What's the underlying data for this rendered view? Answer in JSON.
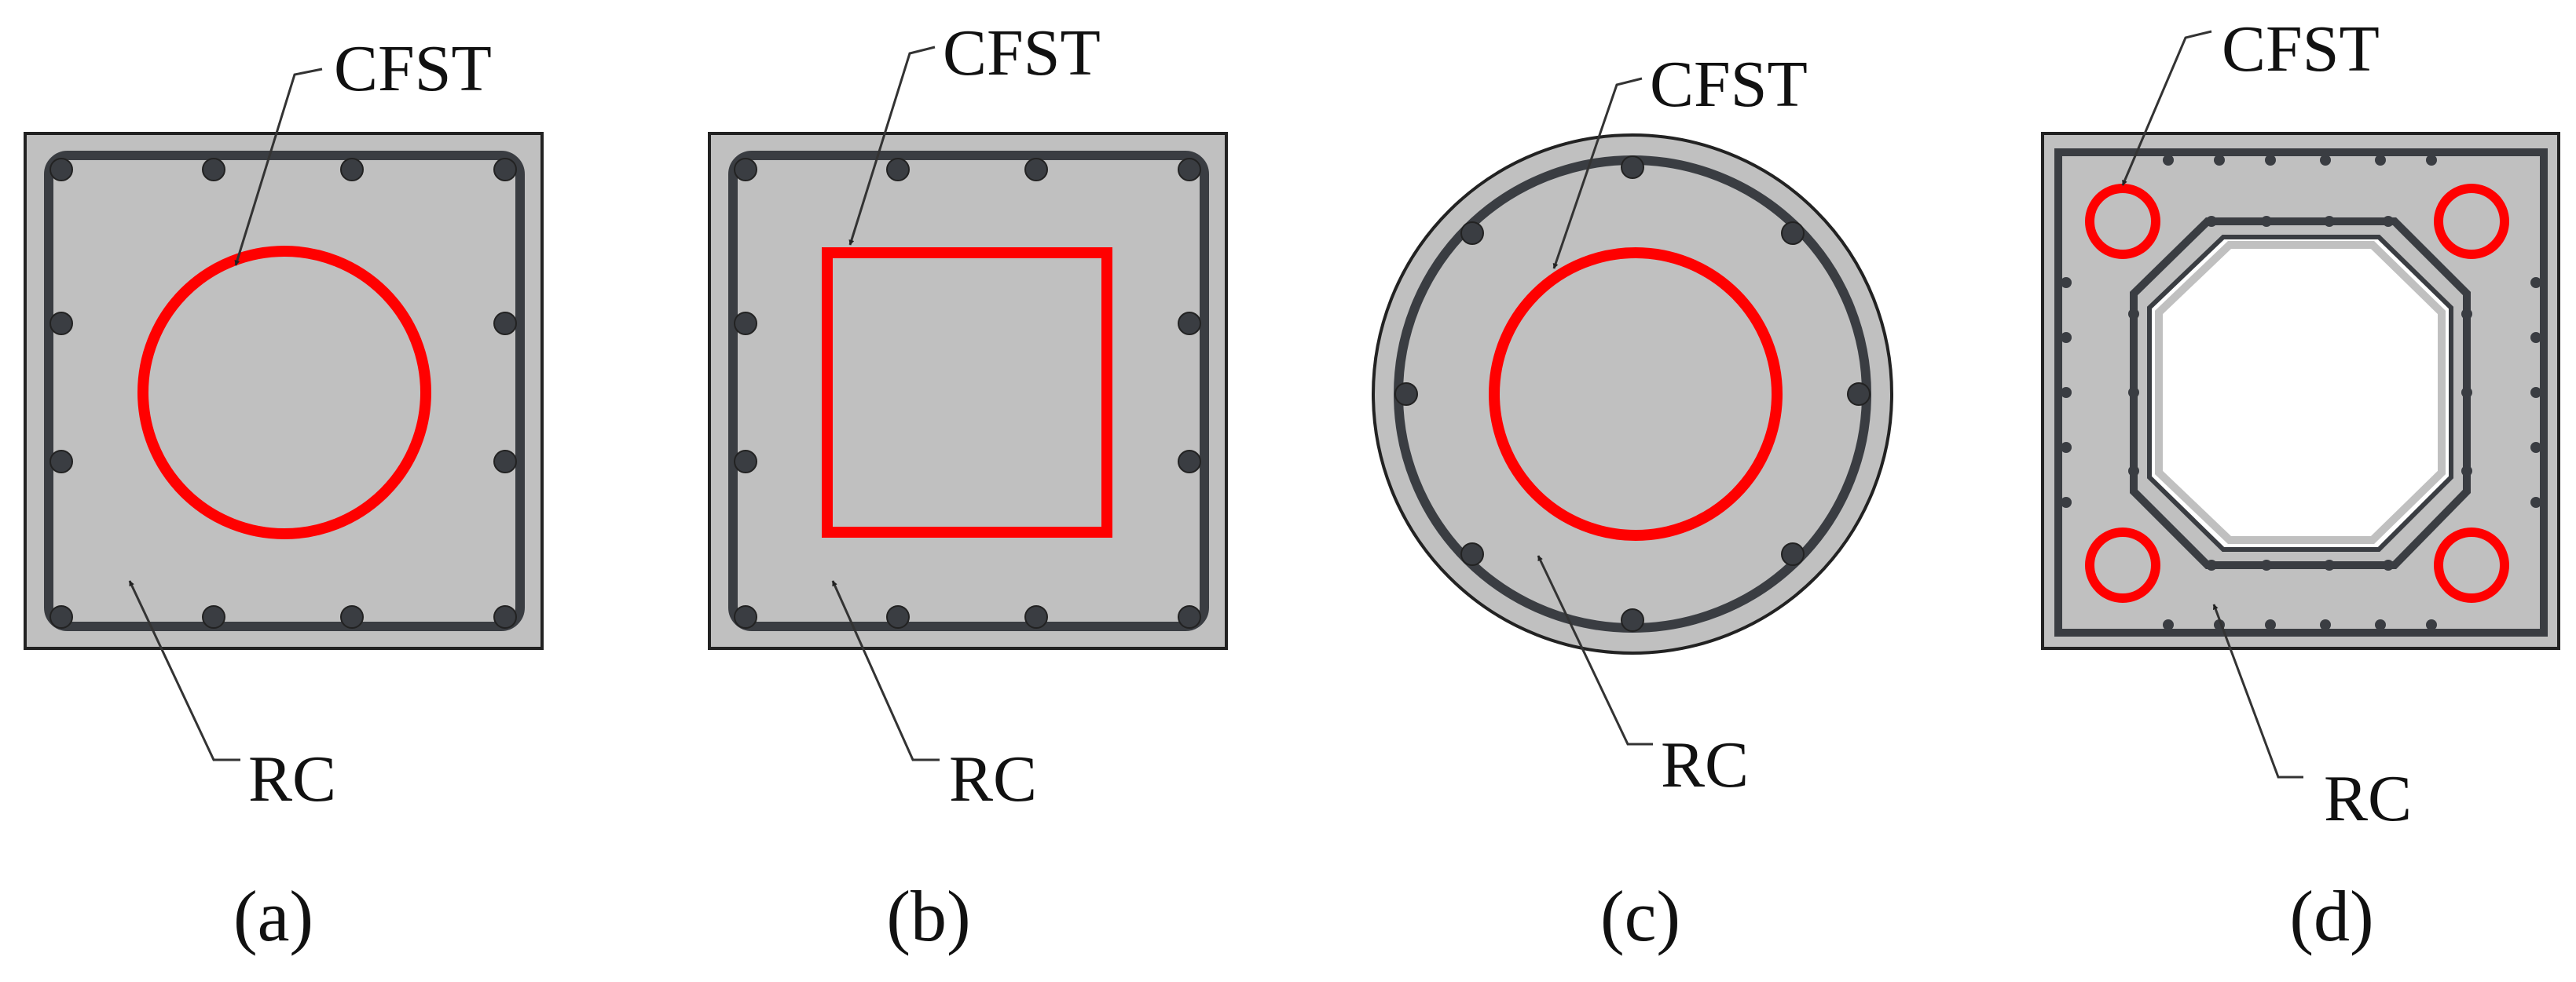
{
  "colors": {
    "concrete": "#c0c0c0",
    "outline": "#222222",
    "rebar": "#3a3d42",
    "tube": "#ff0000",
    "leader": "#333333",
    "void": "#ffffff"
  },
  "panels": [
    {
      "id": "a",
      "caption": "(a)",
      "label_top": "CFST",
      "label_bottom": "RC",
      "section": "square",
      "tube": "circle"
    },
    {
      "id": "b",
      "caption": "(b)",
      "label_top": "CFST",
      "label_bottom": "RC",
      "section": "square",
      "tube": "square"
    },
    {
      "id": "c",
      "caption": "(c)",
      "label_top": "CFST",
      "label_bottom": "RC",
      "section": "circle",
      "tube": "circle"
    },
    {
      "id": "d",
      "caption": "(d)",
      "label_top": "CFST",
      "label_bottom": "RC",
      "section": "square-with-octagonal-void",
      "tube": "four-corner-circles"
    }
  ]
}
